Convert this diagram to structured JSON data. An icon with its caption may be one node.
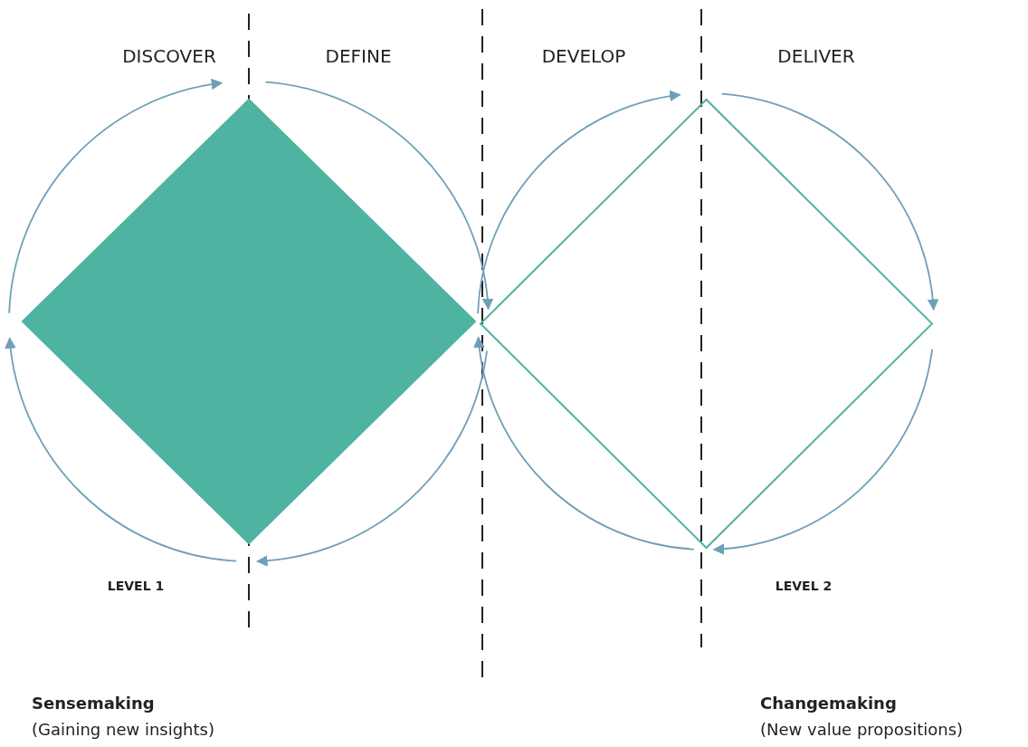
{
  "diagram": {
    "nodes": [
      {
        "text": [],
        "shape": "diamond"
      },
      {
        "text": [],
        "shape": "diamond"
      }
    ],
    "labels": [
      "DISCOVER",
      "DEFINE",
      "DEVELOP",
      "DELIVER",
      "LEVEL 1",
      "LEVEL 2",
      "Sensemaking",
      "(Gaining new insights)",
      "Changemaking",
      "(New value propositions)"
    ]
  }
}
